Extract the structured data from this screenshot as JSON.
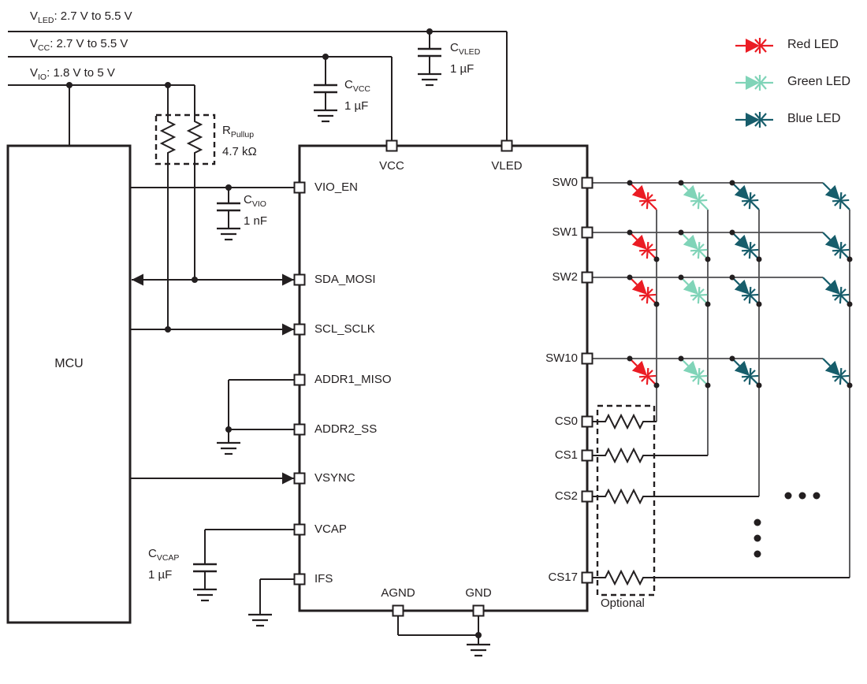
{
  "rails": [
    {
      "pre": "V",
      "sub": "LED",
      "post": ": 2.7 V to 5.5 V"
    },
    {
      "pre": "V",
      "sub": "CC",
      "post": ": 2.7 V to 5.5 V"
    },
    {
      "pre": "V",
      "sub": "IO",
      "post": ": 1.8 V to 5 V"
    }
  ],
  "components": {
    "c_vled": {
      "pre": "C",
      "sub": "VLED",
      "value": "1 µF"
    },
    "c_vcc": {
      "pre": "C",
      "sub": "VCC",
      "value": "1 µF"
    },
    "c_vio": {
      "pre": "C",
      "sub": "VIO",
      "value": "1 nF"
    },
    "c_vcap": {
      "pre": "C",
      "sub": "VCAP",
      "value": "1 µF"
    },
    "r_pullup": {
      "pre": "R",
      "sub": "Pullup",
      "value": "4.7 kΩ"
    }
  },
  "mcu": {
    "label": "MCU"
  },
  "ic": {
    "top_pins": [
      "VCC",
      "VLED"
    ],
    "left_pins": [
      "VIO_EN",
      "SDA_MOSI",
      "SCL_SCLK",
      "ADDR1_MISO",
      "ADDR2_SS",
      "VSYNC",
      "VCAP",
      "IFS"
    ],
    "bottom_pins": [
      "AGND",
      "GND"
    ],
    "right_pins": [
      "SW0",
      "SW1",
      "SW2",
      "SW10",
      "CS0",
      "CS1",
      "CS2",
      "CS17"
    ]
  },
  "matrix": {
    "optional_label": "Optional"
  },
  "legend": {
    "items": [
      {
        "label": "Red LED",
        "color": "#eb1c24"
      },
      {
        "label": "Green LED",
        "color": "#80d4b8"
      },
      {
        "label": "Blue LED",
        "color": "#175d6b"
      }
    ]
  },
  "colors": {
    "wire": "#231f20",
    "matrix_wire": "#4d4d4f",
    "red": "#eb1c24",
    "green": "#80d4b8",
    "blue": "#175d6b"
  }
}
